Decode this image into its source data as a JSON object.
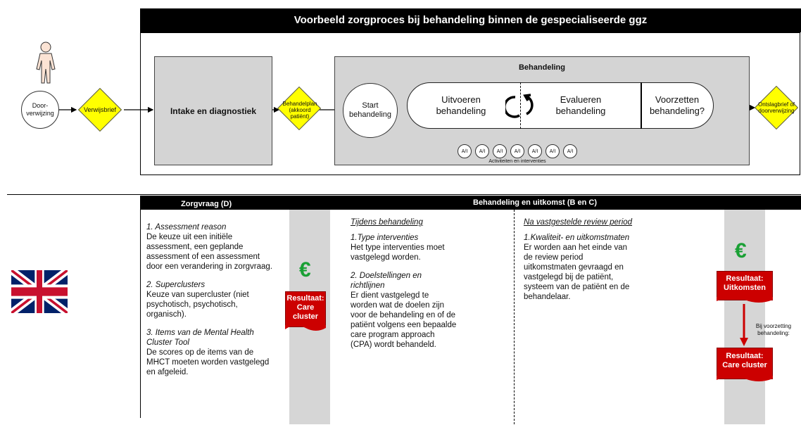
{
  "title": "Voorbeeld zorgproces bij behandeling binnen de gespecialiseerde ggz",
  "top": {
    "doorverwijzing": [
      "Door-",
      "verwijzing"
    ],
    "verwijsbrief": "Verwijsbrief",
    "intake": "Intake en diagnostiek",
    "behandelplan": [
      "Behandelplan",
      "(akkoord",
      "patiënt)"
    ],
    "behandeling_title": "Behandeling",
    "start": [
      "Start",
      "behandeling"
    ],
    "uitvoeren": [
      "Uitvoeren",
      "behandeling"
    ],
    "evalueren": [
      "Evalueren",
      "behandeling"
    ],
    "voorzetten": [
      "Voorzetten",
      "behandeling?"
    ],
    "ontslag": [
      "Ontslagbrief of",
      "doorverwijzing"
    ],
    "ai_label": "A/I",
    "activiteiten": "Activiteiten en interventies"
  },
  "bottom": {
    "zorgvraag_header": "Zorgvraag (D)",
    "behandeling_header": "Behandeling  en uitkomst (B en C)",
    "col1": {
      "h1": "1. Assessment reason",
      "p1": [
        "De keuze uit een initiële",
        "assessment, een geplande",
        "assessment of een assessment",
        "door een verandering in zorgvraag."
      ],
      "h2": "2. Superclusters",
      "p2": [
        "Keuze van supercluster (niet",
        "psychotisch, psychotisch,",
        "organisch)."
      ],
      "h3": [
        "3. Items van de Mental Health",
        "Cluster Tool"
      ],
      "p3": [
        "De scores op de items van de",
        "MHCT moeten worden vastgelegd",
        "en afgeleid."
      ]
    },
    "euro": "€",
    "resultaat_care1": [
      "Resultaat:",
      "Care",
      "cluster"
    ],
    "col2": {
      "header": "Tijdens behandeling",
      "h1": "1.Type interventies",
      "p1": [
        "Het type interventies moet",
        "vastgelegd worden."
      ],
      "h2": [
        "2. Doelstellingen en",
        "richtlijnen"
      ],
      "p2": [
        "Er dient vastgelegd te",
        "worden wat de doelen zijn",
        "voor de behandeling en of de",
        "patiënt volgens een bepaalde",
        "care program approach",
        "(CPA) wordt behandeld."
      ]
    },
    "col3": {
      "header": "Na vastgestelde review period",
      "h1": "1.Kwaliteit- en uitkomstmaten",
      "p1": [
        "Er worden aan het einde van",
        "de review period",
        "uitkomstmaten gevraagd en",
        "vastgelegd bij de patiënt,",
        "systeem van de patiënt en de",
        "behandelaar."
      ]
    },
    "resultaat_uitkomsten": [
      "Resultaat:",
      "Uitkomsten"
    ],
    "bij_voorzetting": [
      "Bij voorzetting",
      "behandeling:"
    ],
    "resultaat_care2": [
      "Resultaat:",
      "Care cluster"
    ]
  }
}
